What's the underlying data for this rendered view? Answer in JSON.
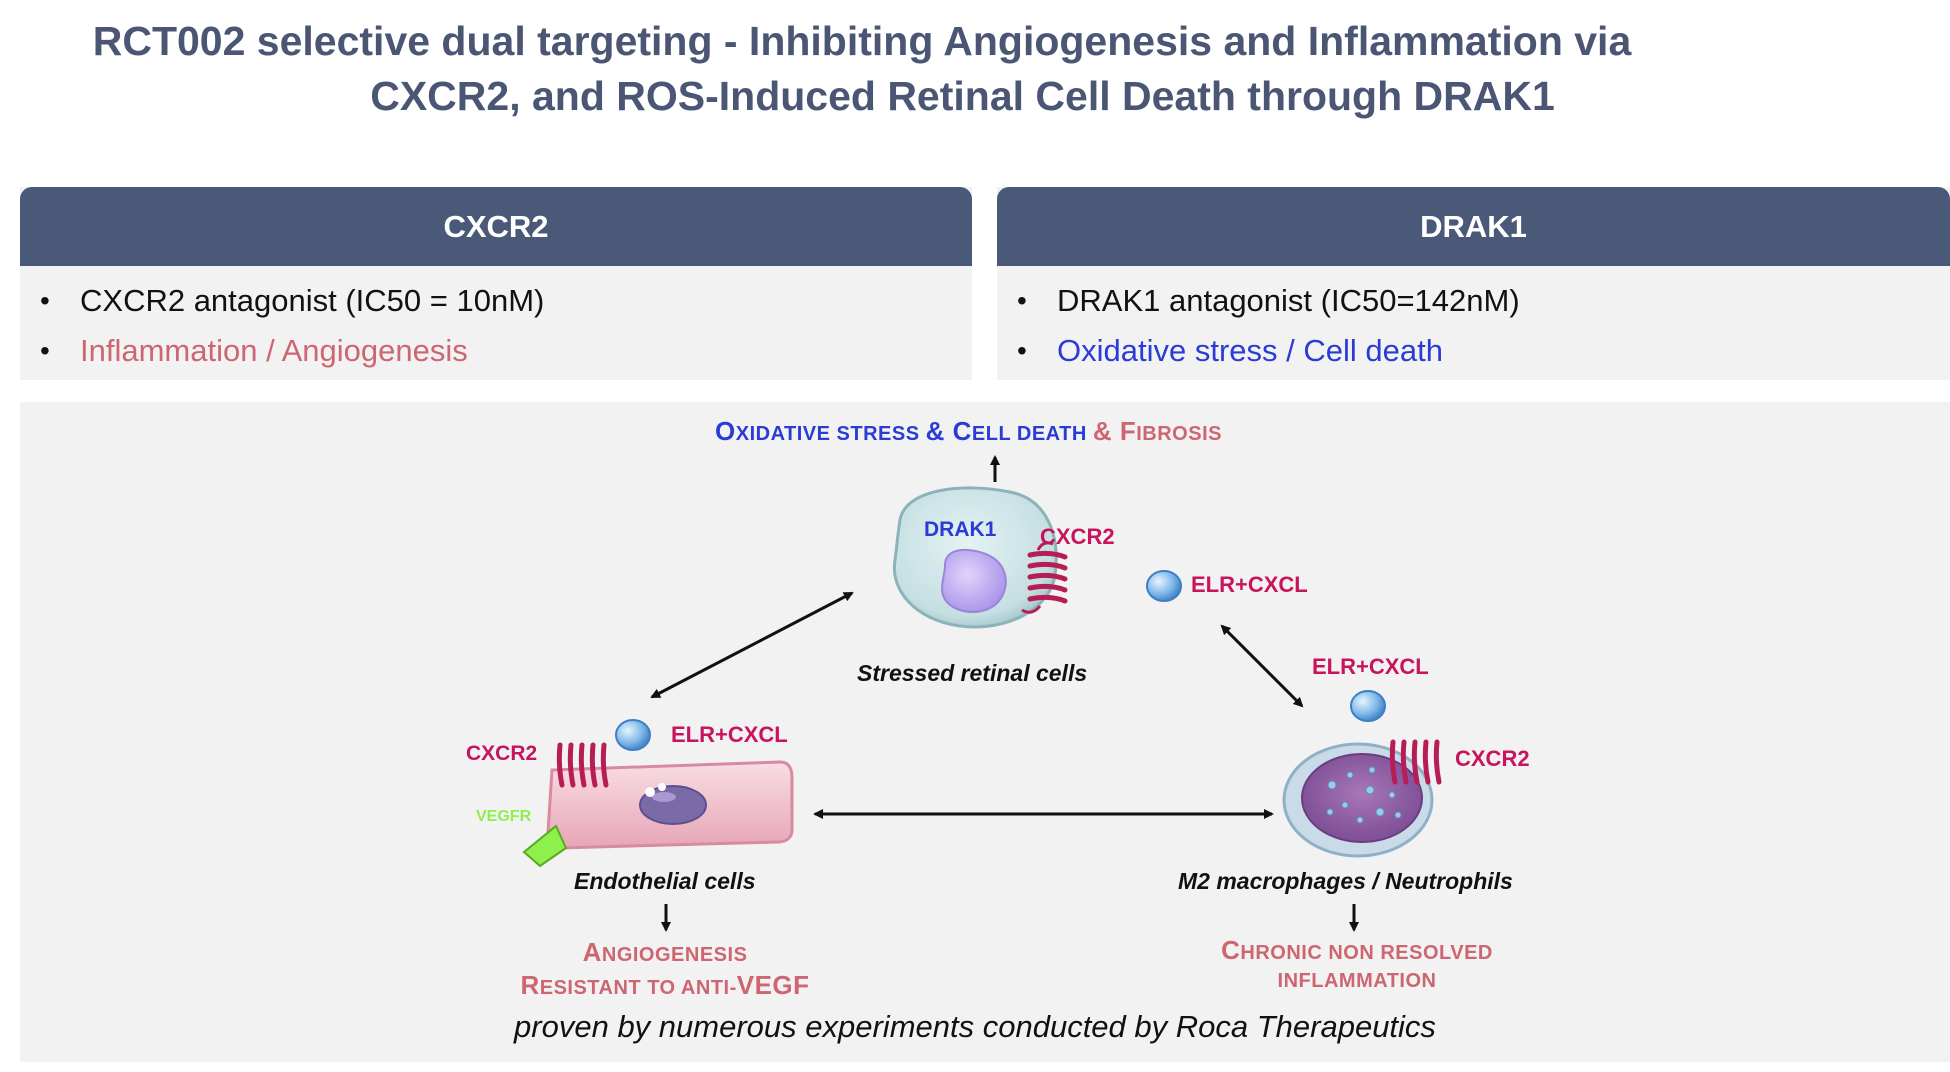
{
  "title": {
    "line1": "RCT002 selective dual targeting - Inhibiting Angiogenesis and Inflammation via",
    "line2": "CXCR2, and ROS-Induced Retinal Cell Death through DRAK1"
  },
  "panels": {
    "left": {
      "header": "CXCR2",
      "bullet1": "CXCR2 antagonist (IC50 = 10nM)",
      "bullet2": "Inflammation / Angiogenesis"
    },
    "right": {
      "header": "DRAK1",
      "bullet1": "DRAK1 antagonist (IC50=142nM)",
      "bullet2": "Oxidative stress / Cell death"
    }
  },
  "diagram": {
    "top_outcome": {
      "o1": "O",
      "p1": "XIDATIVE STRESS ",
      "amp1": "& ",
      "c2": "C",
      "p2": "ELL DEATH ",
      "amp2": "& ",
      "f3": "F",
      "p3": "IBROSIS"
    },
    "retinal": {
      "drak1_label": "DRAK1",
      "cxcr2_label": "CXCR2",
      "caption": "Stressed retinal cells"
    },
    "ligand_top": "ELR+CXCL",
    "ligand_macro": "ELR+CXCL",
    "ligand_endo": "ELR+CXCL",
    "endothelial": {
      "cxcr2_label": "CXCR2",
      "vegfr_label": "VEGFR",
      "caption": "Endothelial cells",
      "outcome_a1": "A",
      "outcome_a2": "NGIOGENESIS",
      "outcome_r1": "R",
      "outcome_r2": "ESISTANT TO ANTI-",
      "outcome_r3": "VEGF"
    },
    "macrophage": {
      "cxcr2_label": "CXCR2",
      "caption": "M2 macrophages / Neutrophils",
      "outcome_c1": "C",
      "outcome_c2": "HRONIC NON RESOLVED",
      "outcome_i2": "INFLAMMATION"
    }
  },
  "footer": "proven by numerous experiments conducted by Roca Therapeutics",
  "colors": {
    "header_bg": "#4b5979",
    "title": "#4b5675",
    "rose": "#cd6670",
    "blue": "#2a3bd6",
    "magenta": "#c8145e",
    "vegfr_green": "#8ef04a"
  }
}
